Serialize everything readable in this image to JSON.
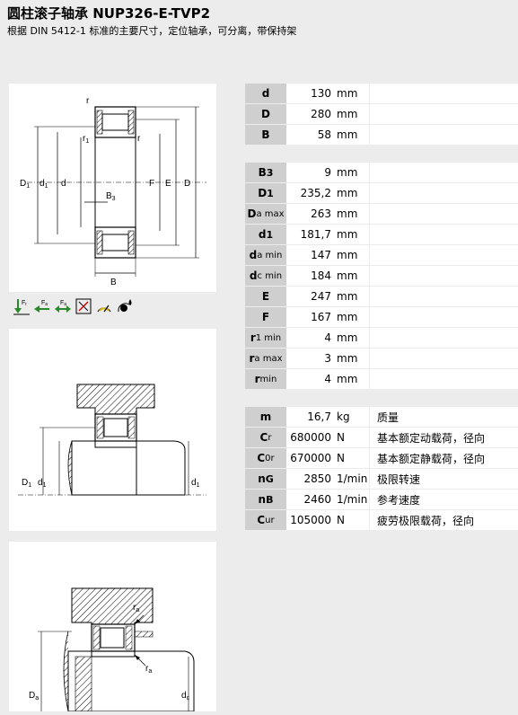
{
  "header": {
    "title": "圆柱滚子轴承 NUP326-E-TVP2",
    "subtitle": "根据 DIN 5412-1 标准的主要尺寸，定位轴承，可分离，带保持架"
  },
  "drawing1": {
    "r_top": "r",
    "r1": "r",
    "r1_sub": "1",
    "r_right": "r",
    "D1": "D",
    "D1_sub": "1",
    "d1": "d",
    "d1_sub": "1",
    "d": "d",
    "F": "F",
    "E": "E",
    "D": "D",
    "B3": "B",
    "B3_sub": "3",
    "B": "B"
  },
  "drawing2": {
    "D1": "D",
    "D1_sub": "1",
    "d1": "d",
    "d1_sub": "1",
    "d1_right": "d",
    "d1_right_sub": "1"
  },
  "drawing3": {
    "ra1": "r",
    "ra1_sub": "a",
    "ra2": "r",
    "ra2_sub": "a",
    "Da": "D",
    "Da_sub": "a",
    "dc": "d",
    "dc_sub": "c"
  },
  "icons": [
    "radial-load-icon",
    "axial-load-left-icon",
    "axial-load-both-icon",
    "no-misalignment-icon",
    "speed-icon",
    "lubrication-icon"
  ],
  "icon_labels": {
    "fr": "F",
    "fr_sub": "r",
    "fa1": "F",
    "fa1_sub": "a",
    "fa2": "F",
    "fa2_sub": "a"
  },
  "group1": [
    {
      "sym": "d",
      "sub": "",
      "value": "130",
      "unit": "mm"
    },
    {
      "sym": "D",
      "sub": "",
      "value": "280",
      "unit": "mm"
    },
    {
      "sym": "B",
      "sub": "",
      "value": "58",
      "unit": "mm"
    }
  ],
  "group2": [
    {
      "sym": "B",
      "sub": "3",
      "value": "9",
      "unit": "mm"
    },
    {
      "sym": "D",
      "sub": "1",
      "value": "235,2",
      "unit": "mm"
    },
    {
      "sym": "D",
      "sub": "a max",
      "value": "263",
      "unit": "mm"
    },
    {
      "sym": "d",
      "sub": "1",
      "value": "181,7",
      "unit": "mm"
    },
    {
      "sym": "d",
      "sub": "a min",
      "value": "147",
      "unit": "mm"
    },
    {
      "sym": "d",
      "sub": "c min",
      "value": "184",
      "unit": "mm"
    },
    {
      "sym": "E",
      "sub": "",
      "value": "247",
      "unit": "mm"
    },
    {
      "sym": "F",
      "sub": "",
      "value": "167",
      "unit": "mm"
    },
    {
      "sym": "r",
      "sub": "1 min",
      "value": "4",
      "unit": "mm"
    },
    {
      "sym": "r",
      "sub": "a max",
      "value": "3",
      "unit": "mm"
    },
    {
      "sym": "r",
      "sub": "min",
      "value": "4",
      "unit": "mm"
    }
  ],
  "group3": [
    {
      "sym": "m",
      "sub": "",
      "value": "16,7",
      "unit": "kg",
      "desc": "质量"
    },
    {
      "sym": "C",
      "sub": "r",
      "value": "680000",
      "unit": "N",
      "desc": "基本额定动载荷，径向"
    },
    {
      "sym": "C",
      "sub": "0r",
      "value": "670000",
      "unit": "N",
      "desc": "基本额定静载荷，径向"
    },
    {
      "sym": "n",
      "sub": "G",
      "value": "2850",
      "unit": "1/min",
      "desc": "极限转速"
    },
    {
      "sym": "n",
      "sub": "B",
      "value": "2460",
      "unit": "1/min",
      "desc": "参考速度"
    },
    {
      "sym": "C",
      "sub": "ur",
      "value": "105000",
      "unit": "N",
      "desc": "疲劳极限载荷，径向"
    }
  ]
}
